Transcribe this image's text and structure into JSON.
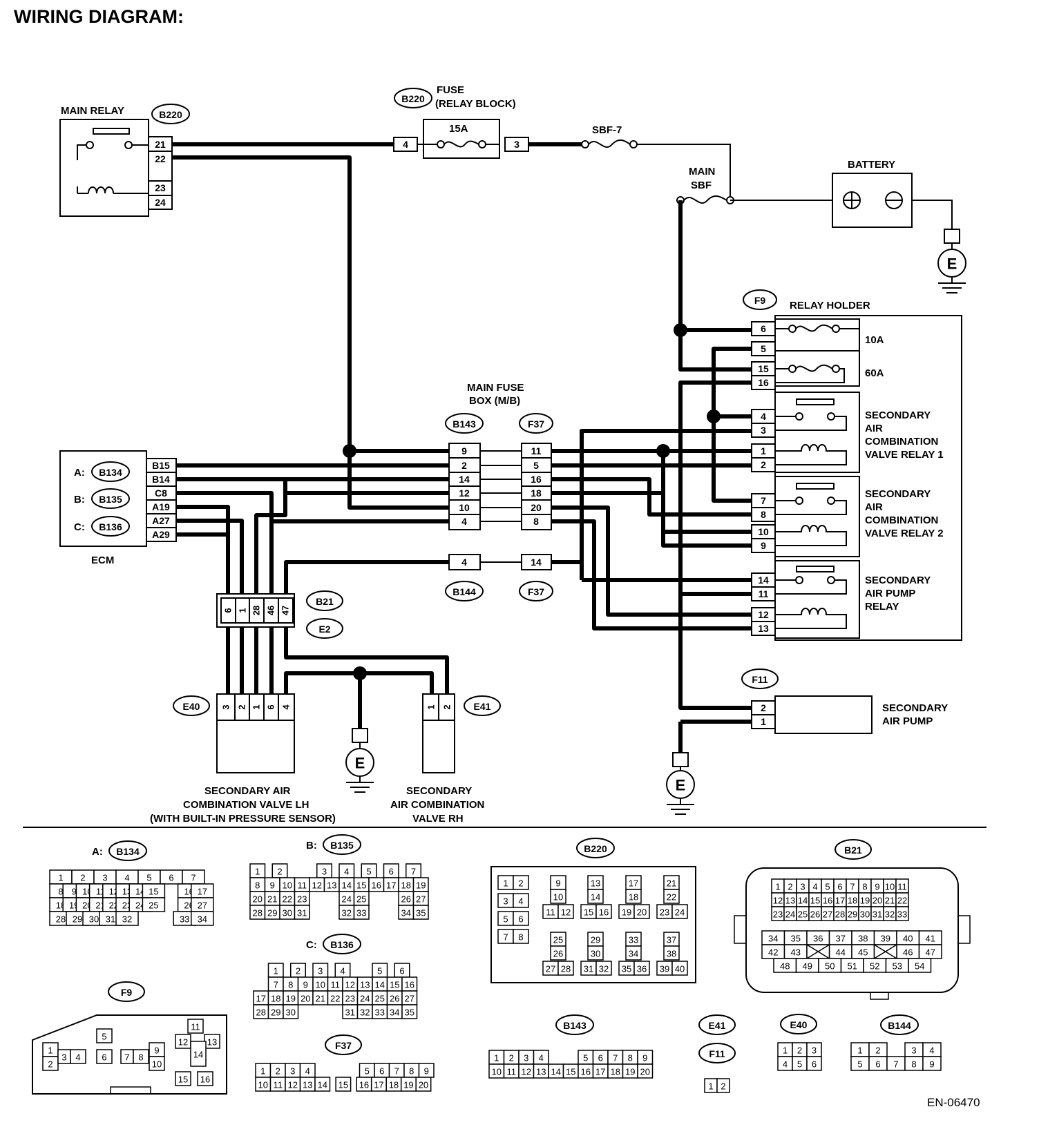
{
  "title": "WIRING DIAGRAM:",
  "doc_code": "EN-06470",
  "components": {
    "main_relay": {
      "label": "MAIN RELAY",
      "connector": "B220",
      "pins": [
        "21",
        "22",
        "23",
        "24"
      ]
    },
    "fuse_relay_block": {
      "connector": "B220",
      "label_1": "FUSE",
      "label_2": "(RELAY BLOCK)",
      "rating": "15A",
      "pin_in": "4",
      "pin_out": "3"
    },
    "sbf7": {
      "label": "SBF-7"
    },
    "main_sbf": {
      "label_1": "MAIN",
      "label_2": "SBF"
    },
    "battery": {
      "label": "BATTERY"
    },
    "ground_symbol": "E",
    "relay_holder": {
      "connector": "F9",
      "label": "RELAY HOLDER",
      "fuse_10a": "10A",
      "fuse_60a": "60A",
      "pins": [
        "6",
        "5",
        "15",
        "16",
        "4",
        "3",
        "1",
        "2",
        "7",
        "8",
        "10",
        "9",
        "14",
        "11",
        "12",
        "13"
      ],
      "relay1_label": [
        "SECONDARY",
        "AIR",
        "COMBINATION",
        "VALVE RELAY 1"
      ],
      "relay2_label": [
        "SECONDARY",
        "AIR",
        "COMBINATION",
        "VALVE RELAY 2"
      ],
      "pump_relay_label": [
        "SECONDARY",
        "AIR PUMP",
        "RELAY"
      ]
    },
    "main_fuse_box": {
      "label_1": "MAIN FUSE",
      "label_2": "BOX (M/B)",
      "left_connector": "B143",
      "right_connector": "F37",
      "left_pins": [
        "9",
        "2",
        "14",
        "12",
        "10",
        "4"
      ],
      "right_pins": [
        "11",
        "5",
        "16",
        "18",
        "20",
        "8"
      ],
      "bottom_left_connector": "B144",
      "bottom_right_connector": "F37",
      "bottom_left_pin": "4",
      "bottom_right_pin": "14"
    },
    "ecm": {
      "label": "ECM",
      "prefixes": [
        "A:",
        "B:",
        "C:"
      ],
      "connectors": [
        "B134",
        "B135",
        "B136"
      ],
      "pins": [
        "B15",
        "B14",
        "C8",
        "A19",
        "A27",
        "A29"
      ]
    },
    "joint": {
      "connector_1": "B21",
      "connector_2": "E2",
      "pins": [
        "6",
        "1",
        "28",
        "46",
        "47"
      ]
    },
    "valve_lh": {
      "connector": "E40",
      "pins": [
        "3",
        "2",
        "1",
        "6",
        "4"
      ],
      "label": [
        "SECONDARY AIR",
        "COMBINATION VALVE LH",
        "(WITH BUILT-IN PRESSURE SENSOR)"
      ]
    },
    "valve_rh": {
      "connector": "E41",
      "pins": [
        "1",
        "2"
      ],
      "label": [
        "SECONDARY",
        "AIR COMBINATION",
        "VALVE RH"
      ]
    },
    "air_pump": {
      "connector": "F11",
      "pins": [
        "2",
        "1"
      ],
      "label": [
        "SECONDARY",
        "AIR PUMP"
      ]
    }
  },
  "connector_views": {
    "b134": {
      "prefix": "A:",
      "id": "B134",
      "rows": [
        [
          "1",
          "2",
          "3",
          "4",
          "5",
          "6",
          "7"
        ],
        [
          "8",
          "9",
          "10",
          "11",
          "12",
          "13",
          "14",
          "15",
          "16",
          "17"
        ],
        [
          "18",
          "19",
          "20",
          "21",
          "22",
          "23",
          "24",
          "25",
          "26",
          "27"
        ],
        [
          "28",
          "29",
          "30",
          "31",
          "32",
          "33",
          "34"
        ]
      ]
    },
    "b135": {
      "prefix": "B:",
      "id": "B135",
      "rows": [
        [
          "1",
          "2",
          "3",
          "4",
          "5",
          "6",
          "7"
        ],
        [
          "8",
          "9",
          "10",
          "11",
          "12",
          "13",
          "14",
          "15",
          "16",
          "17",
          "18",
          "19"
        ],
        [
          "20",
          "21",
          "22",
          "23",
          "24",
          "25",
          "26",
          "27"
        ],
        [
          "28",
          "29",
          "30",
          "31",
          "32",
          "33",
          "34",
          "35"
        ]
      ]
    },
    "b136": {
      "prefix": "C:",
      "id": "B136",
      "rows": [
        [
          "1",
          "2",
          "3",
          "4",
          "5",
          "6"
        ],
        [
          "7",
          "8",
          "9",
          "10",
          "11",
          "12",
          "13",
          "14",
          "15",
          "16"
        ],
        [
          "17",
          "18",
          "19",
          "20",
          "21",
          "22",
          "23",
          "24",
          "25",
          "26",
          "27"
        ],
        [
          "28",
          "29",
          "30",
          "31",
          "32",
          "33",
          "34",
          "35"
        ]
      ]
    },
    "f37": {
      "id": "F37",
      "rows": [
        [
          "1",
          "2",
          "3",
          "4",
          "5",
          "6",
          "7",
          "8",
          "9"
        ],
        [
          "10",
          "11",
          "12",
          "13",
          "14",
          "15",
          "16",
          "17",
          "18",
          "19",
          "20"
        ]
      ]
    },
    "f9": {
      "id": "F9",
      "pins": [
        "1",
        "2",
        "3",
        "4",
        "5",
        "6",
        "7",
        "8",
        "9",
        "10",
        "11",
        "12",
        "13",
        "14",
        "15",
        "16"
      ]
    },
    "b220": {
      "id": "B220",
      "pins": [
        "1",
        "2",
        "3",
        "4",
        "5",
        "6",
        "7",
        "8",
        "9",
        "10",
        "11",
        "12",
        "13",
        "14",
        "15",
        "16",
        "17",
        "18",
        "19",
        "20",
        "21",
        "22",
        "23",
        "24",
        "25",
        "26",
        "27",
        "28",
        "29",
        "30",
        "31",
        "32",
        "33",
        "34",
        "35",
        "36",
        "37",
        "38",
        "39",
        "40"
      ]
    },
    "b143": {
      "id": "B143",
      "rows": [
        [
          "1",
          "2",
          "3",
          "4",
          "5",
          "6",
          "7",
          "8",
          "9"
        ],
        [
          "10",
          "11",
          "12",
          "13",
          "14",
          "15",
          "16",
          "17",
          "18",
          "19",
          "20"
        ]
      ]
    },
    "b21": {
      "id": "B21",
      "rows": [
        [
          "1",
          "2",
          "3",
          "4",
          "5",
          "6",
          "7",
          "8",
          "9",
          "10",
          "11"
        ],
        [
          "12",
          "13",
          "14",
          "15",
          "16",
          "17",
          "18",
          "19",
          "20",
          "21",
          "22"
        ],
        [
          "23",
          "24",
          "25",
          "26",
          "27",
          "28",
          "29",
          "30",
          "31",
          "32",
          "33"
        ],
        [
          "34",
          "35",
          "36",
          "37",
          "38",
          "39",
          "40",
          "41"
        ],
        [
          "42",
          "43",
          "44",
          "45",
          "46",
          "47"
        ],
        [
          "48",
          "49",
          "50",
          "51",
          "52",
          "53",
          "54"
        ]
      ]
    },
    "e41": {
      "id": "E41",
      "id_2": "F11",
      "pins": [
        "1",
        "2"
      ]
    },
    "e40": {
      "id": "E40",
      "rows": [
        [
          "1",
          "2",
          "3"
        ],
        [
          "4",
          "5",
          "6"
        ]
      ]
    },
    "b144": {
      "id": "B144",
      "rows": [
        [
          "1",
          "2",
          "3",
          "4"
        ],
        [
          "5",
          "6",
          "7",
          "8",
          "9"
        ]
      ]
    }
  }
}
